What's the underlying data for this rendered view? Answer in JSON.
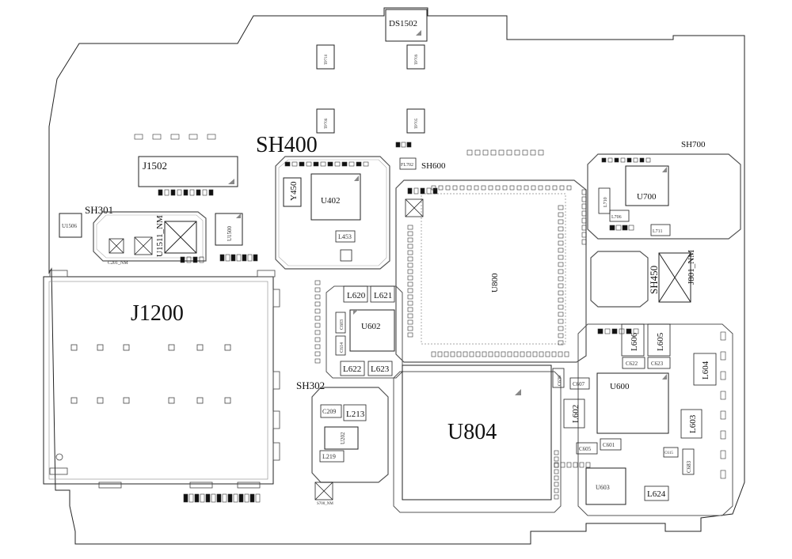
{
  "labels": {
    "j1200": "J1200",
    "u804": "U804",
    "sh400": "SH400",
    "sh301": "SH301",
    "sh302": "SH302",
    "sh600": "SH600",
    "sh700": "SH700",
    "sh450": "SH450",
    "j1502": "J1502",
    "ds1502": "DS1502",
    "u800": "U800",
    "u402": "U402",
    "u602": "U602",
    "u600": "U600",
    "u700": "U700",
    "u603": "U603",
    "u1500": "U1500",
    "u1506": "U1506",
    "u1511_nm": "U1511_NM",
    "u202": "U202",
    "y450": "Y450",
    "l453": "L453",
    "l620": "L620",
    "l621": "L621",
    "l622": "L622",
    "l623": "L623",
    "l606": "L606",
    "l605": "L605",
    "l604": "L604",
    "l603": "L603",
    "l602": "L602",
    "l624": "L624",
    "l213": "L213",
    "l219": "L219",
    "l710": "L710",
    "l706": "L706",
    "l711": "L711",
    "c209": "C209",
    "c601": "C601",
    "c605": "C605",
    "c607": "C607",
    "c622": "C622",
    "c623": "C623",
    "c683": "C683",
    "c603": "C603",
    "c614": "C614",
    "c201_nm": "C201_NM",
    "j801_nm": "J801_NM",
    "s700_nm": "S700_NM",
    "tp710": "TP710",
    "tp709": "TP709",
    "tp706": "TP706",
    "tp705": "TP705",
    "fl702": "FL702",
    "c636": "C636",
    "c615": "C615"
  },
  "colors": {
    "outline": "#222222",
    "pad_fill": "#111111",
    "shield": "#555555"
  }
}
